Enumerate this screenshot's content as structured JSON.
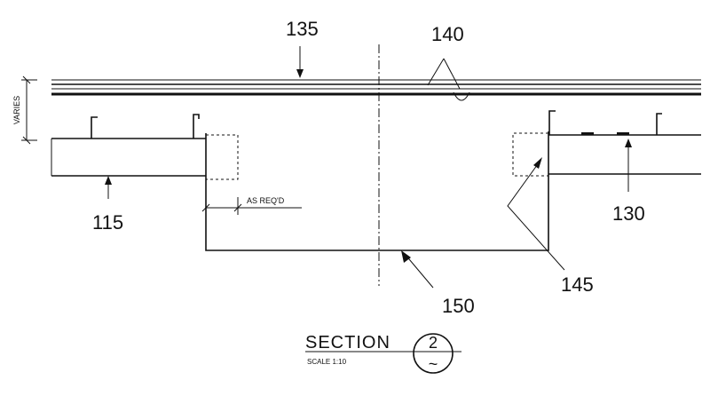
{
  "labels": {
    "ref_135": "135",
    "ref_140": "140",
    "ref_115": "115",
    "ref_130": "130",
    "ref_145": "145",
    "ref_150": "150",
    "as_reqd": "AS REQ'D",
    "vertical_dim": "VARIES"
  },
  "title_block": {
    "title": "SECTION",
    "scale": "SCALE 1:10",
    "section_number": "2",
    "sheet_mark": "~"
  }
}
